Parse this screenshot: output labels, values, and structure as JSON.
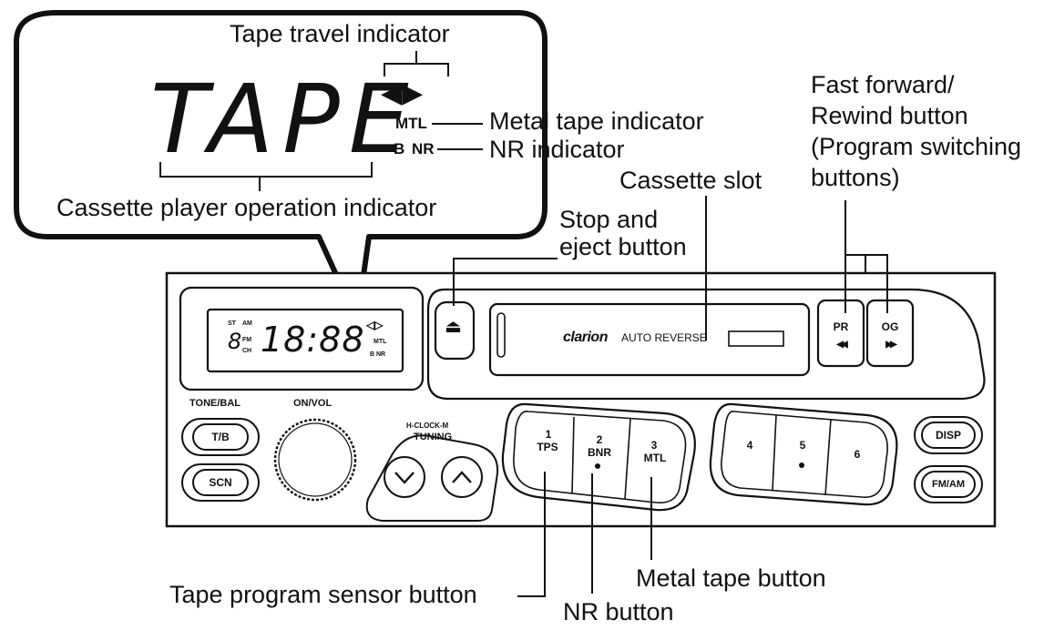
{
  "callout": {
    "big_display": "TAPE",
    "travel_arrows": "◀▶",
    "mtl_tag": "MTL",
    "bnr_b": "B",
    "bnr_nr": "NR"
  },
  "labels": {
    "tape_travel": "Tape travel indicator",
    "metal_tape_indicator": "Metal tape indicator",
    "nr_indicator": "NR indicator",
    "operation_indicator": "Cassette player operation indicator",
    "cassette_slot": "Cassette slot",
    "stop_eject_1": "Stop and",
    "stop_eject_2": "eject button",
    "ff_rew_1": "Fast forward/",
    "ff_rew_2": "Rewind button",
    "ff_rew_3": "(Program switching",
    "ff_rew_4": "buttons)",
    "tape_program_sensor": "Tape program sensor button",
    "nr_button": "NR button",
    "metal_tape_button": "Metal tape button"
  },
  "unit": {
    "lcd": {
      "st": "ST",
      "am": "AM",
      "fm": "FM",
      "ch": "CH",
      "digit": "8",
      "digits": "18:88",
      "mtl": "MTL",
      "bnr": "B NR"
    },
    "brand": "clarion",
    "auto_reverse": "AUTO REVERSE",
    "pr_label": "PR",
    "og_label": "OG",
    "rew_arrows": "◀◀",
    "ff_arrows": "▶▶",
    "tone_bal": "TONE/BAL",
    "on_vol": "ON/VOL",
    "h_clock_m": "H-CLOCK-M",
    "tuning": "TUNING",
    "tb": "T/B",
    "scn": "SCN",
    "disp": "DISP",
    "fmam": "FM/AM",
    "preset1_num": "1",
    "preset1_tag": "TPS",
    "preset2_num": "2",
    "preset2_tag": "BNR",
    "preset3_num": "3",
    "preset3_tag": "MTL",
    "preset4": "4",
    "preset5": "5",
    "preset6": "6"
  }
}
